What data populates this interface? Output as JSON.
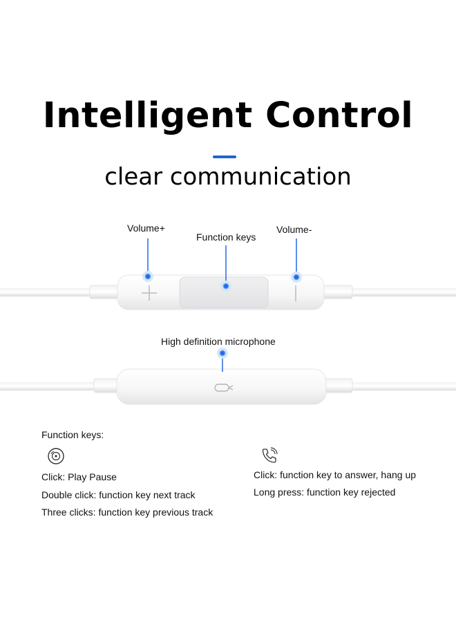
{
  "heading": {
    "title": "Intelligent Control",
    "subtitle": "clear communication",
    "accent_color": "#1f63d4"
  },
  "controller": {
    "labels": {
      "volume_up": "Volume+",
      "function_keys": "Function keys",
      "volume_down": "Volume-"
    }
  },
  "microphone": {
    "label": "High definition microphone"
  },
  "function_keys": {
    "heading": "Function keys:",
    "media_icon": "disc-icon",
    "call_icon": "phone-call-icon",
    "media_actions": [
      "Click: Play Pause",
      "Double click: function key next track",
      "Three clicks: function key previous track"
    ],
    "call_actions": [
      "Click: function key to answer, hang up",
      "Long press: function key rejected"
    ]
  }
}
